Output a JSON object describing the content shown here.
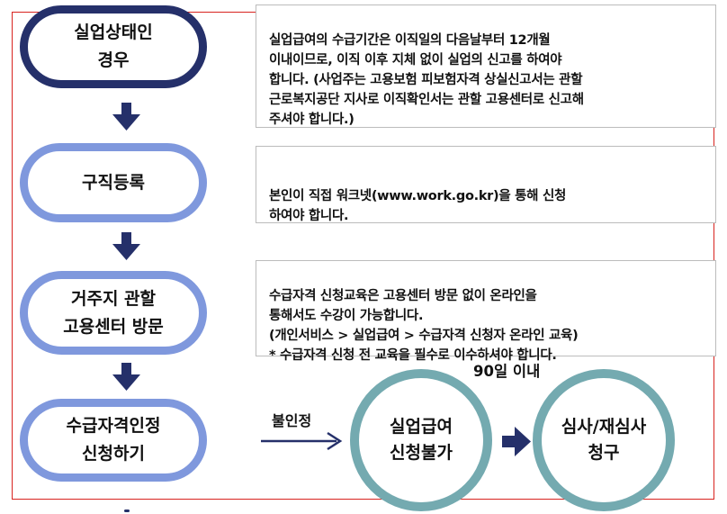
{
  "flow": {
    "steps": [
      {
        "label": "실업상태인\n경우"
      },
      {
        "label": "구직등록"
      },
      {
        "label": "거주지 관할\n고용센터 방문"
      },
      {
        "label": "수급자격인정\n신청하기"
      }
    ],
    "descriptions": [
      {
        "text": "실업급여의 수급기간은 이직일의 다음날부터 12개월\n이내이므로, 이직 이후 지체 없이 실업의 신고를 하여야\n합니다. (사업주는 고용보험 피보험자격 상실신고서는 관할\n근로복지공단 지사로 이직확인서는 관할 고용센터로 신고해\n주셔야 합니다.)"
      },
      {
        "text": "본인이 직접 워크넷(www.work.go.kr)을 통해 신청\n하여야 합니다."
      },
      {
        "text": "수급자격 신청교육은 고용센터 방문 없이 온라인을\n통해서도 수강이 가능합니다.\n(개인서비스 > 실업급여 > 수급자격 신청자 온라인 교육)\n* 수급자격 신청 전 교육을 필수로 이수하셔야 합니다."
      }
    ],
    "reject_label": "불인정",
    "days_label": "90일 이내",
    "outcomes": [
      {
        "label": "실업급여\n신청불가"
      },
      {
        "label": "심사/재심사\n청구"
      }
    ]
  },
  "colors": {
    "dark_navy": "#25306a",
    "periwinkle": "#7f98dd",
    "teal": "#74aab0",
    "frame_red": "#d8231f",
    "arrow": "#25306a"
  }
}
